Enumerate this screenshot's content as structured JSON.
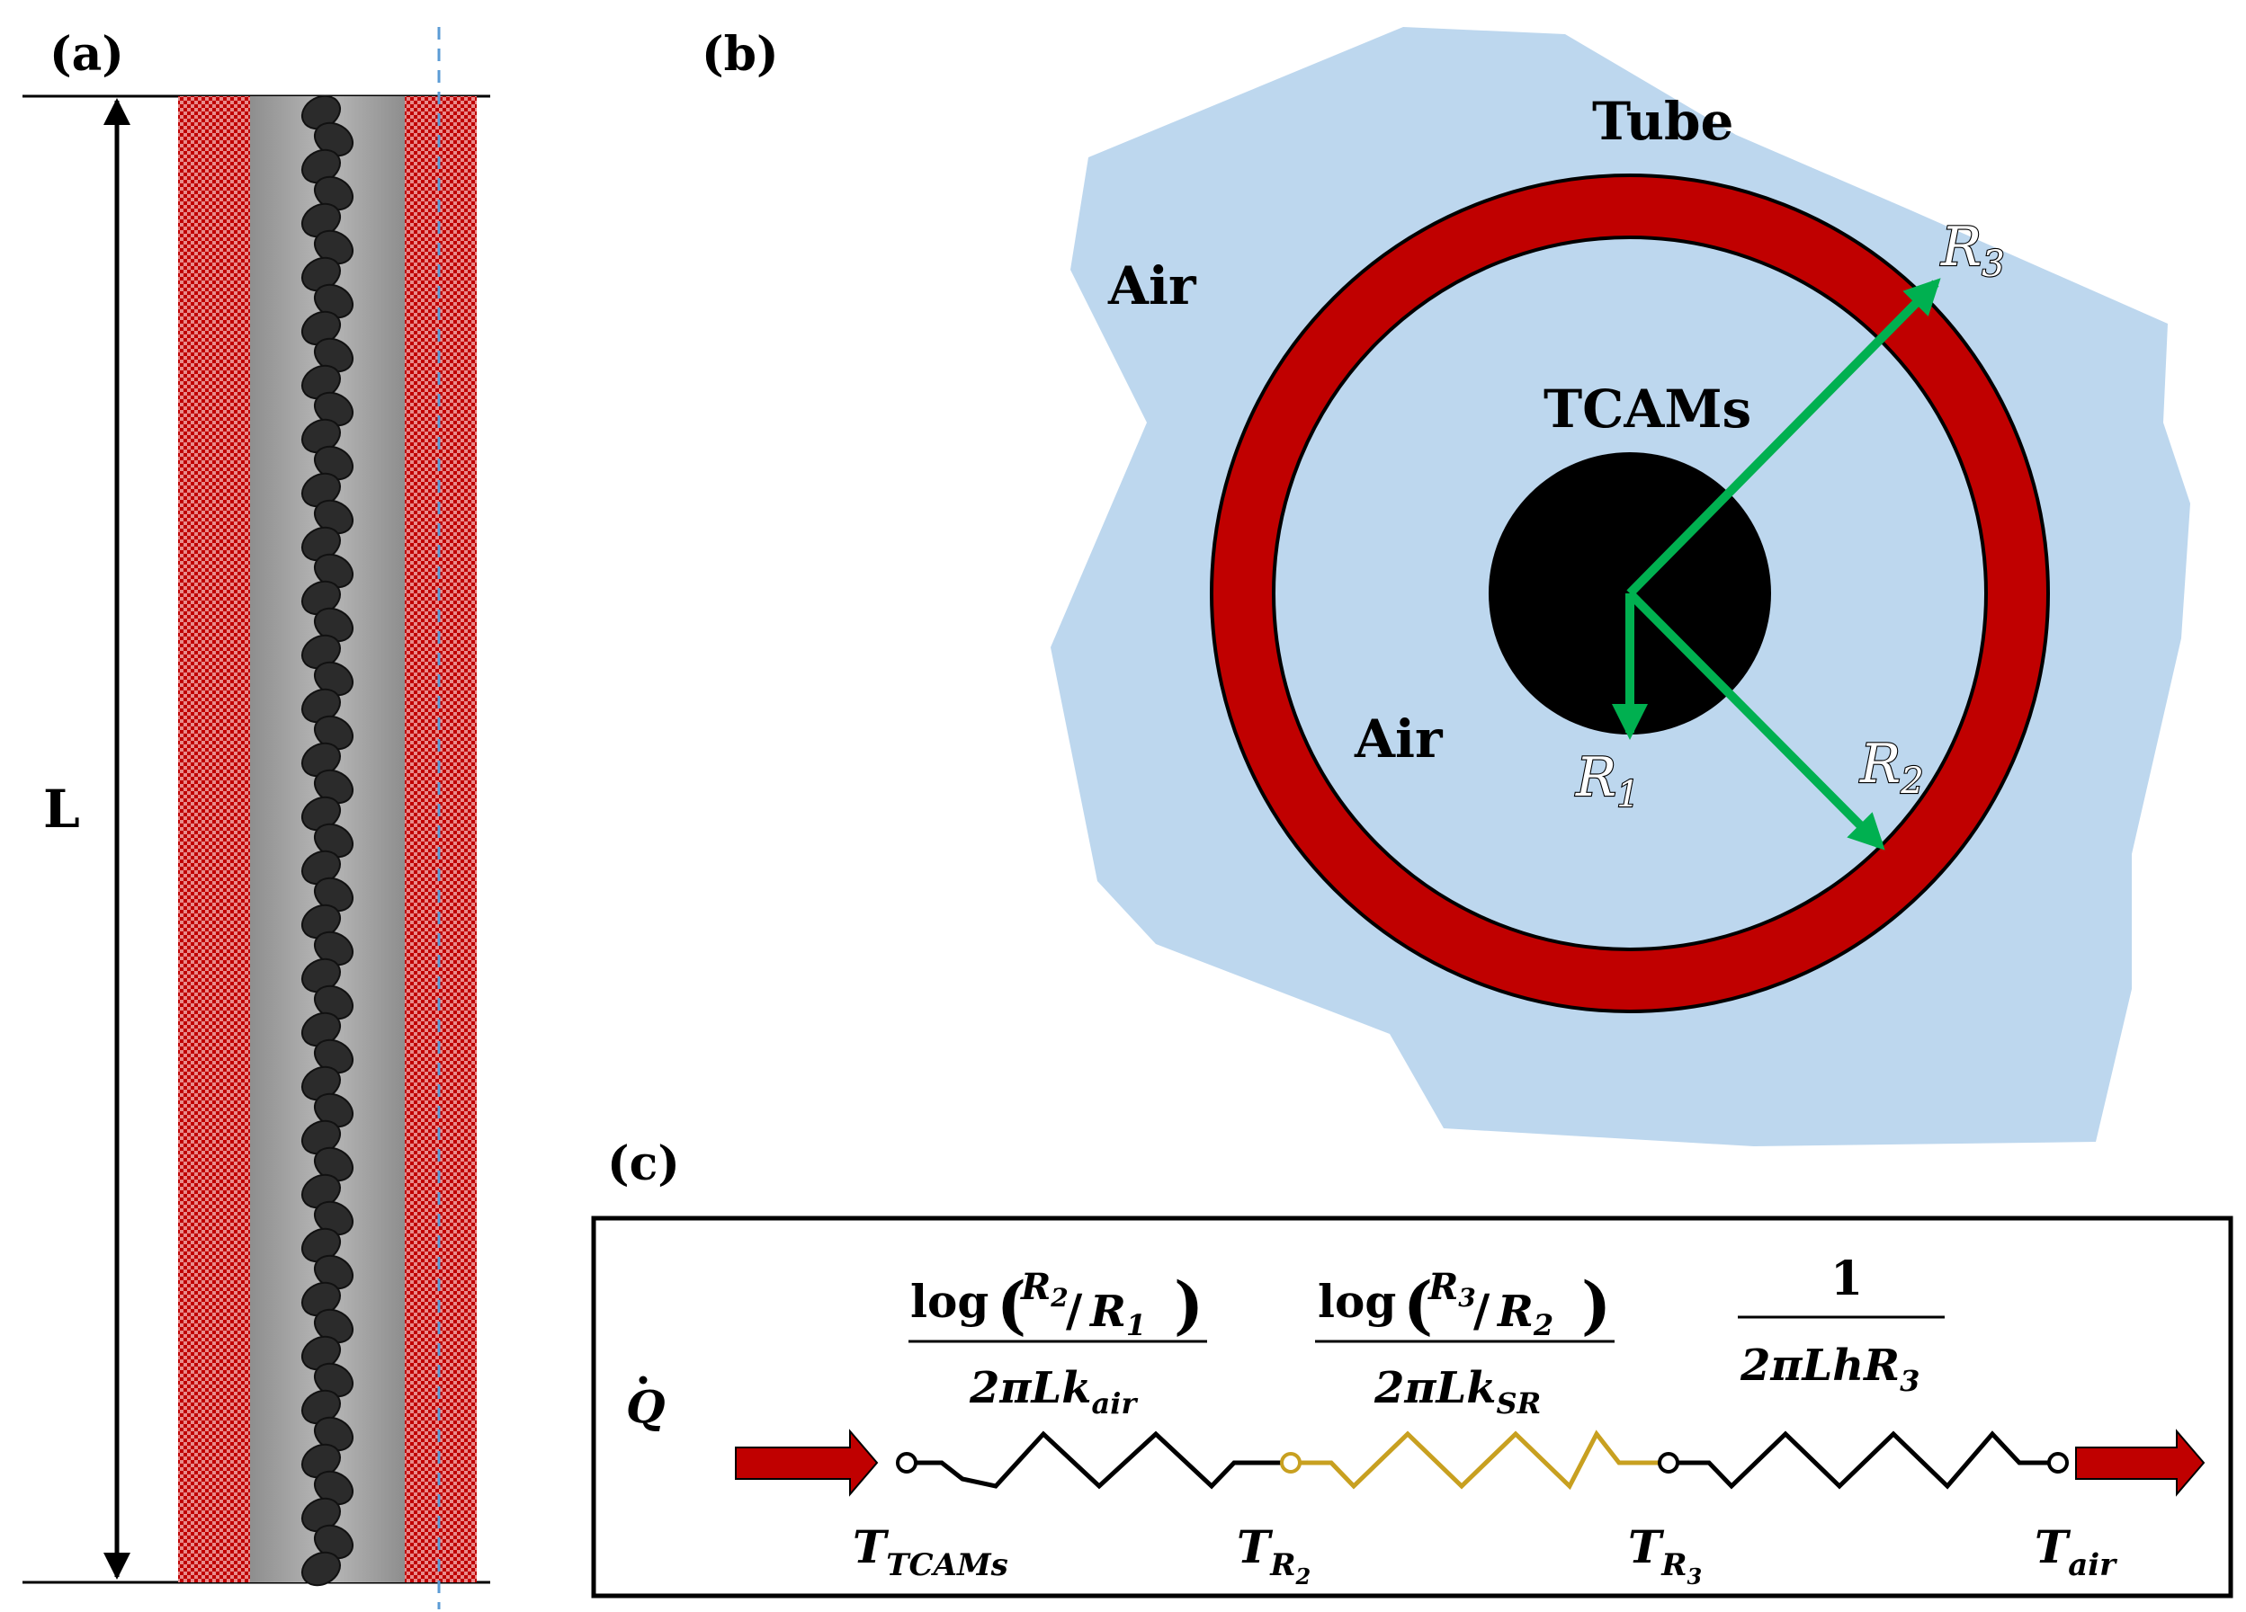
{
  "panels": {
    "a": {
      "label": "(a)",
      "length_label": "L"
    },
    "b": {
      "label": "(b)",
      "tube_label": "Tube",
      "air_outer_label": "Air",
      "air_inner_label": "Air",
      "core_label": "TCAMs",
      "radii": [
        {
          "symbol": "R",
          "sub": "1"
        },
        {
          "symbol": "R",
          "sub": "2"
        },
        {
          "symbol": "R",
          "sub": "3"
        }
      ]
    },
    "c": {
      "label": "(c)",
      "heat_flow_symbol": "Q",
      "resistors": [
        {
          "numerator": {
            "prefix": "log",
            "top": "R",
            "top_sub": "2",
            "bottom": "R",
            "bottom_sub": "1"
          },
          "denominator": {
            "text": "2πLk",
            "sub": "air"
          }
        },
        {
          "numerator": {
            "prefix": "log",
            "top": "R",
            "top_sub": "3",
            "bottom": "R",
            "bottom_sub": "2"
          },
          "denominator": {
            "text": "2πLk",
            "sub": "SR"
          }
        },
        {
          "numerator": {
            "text": "1"
          },
          "denominator": {
            "text": "2πLhR",
            "sub": "3"
          }
        }
      ],
      "nodes": [
        {
          "symbol": "T",
          "sub": "TCAMs"
        },
        {
          "symbol": "T",
          "sub": "R",
          "subsub": "2"
        },
        {
          "symbol": "T",
          "sub": "R",
          "subsub": "3"
        },
        {
          "symbol": "T",
          "sub": "air"
        }
      ]
    }
  },
  "colors": {
    "tube_red": "#c00000",
    "air_blue": "#bdd7ee",
    "arrow_green": "#00b050",
    "sr_gold": "#c8a020",
    "core_black": "#000000",
    "axis_dash": "#5b9bd5"
  }
}
